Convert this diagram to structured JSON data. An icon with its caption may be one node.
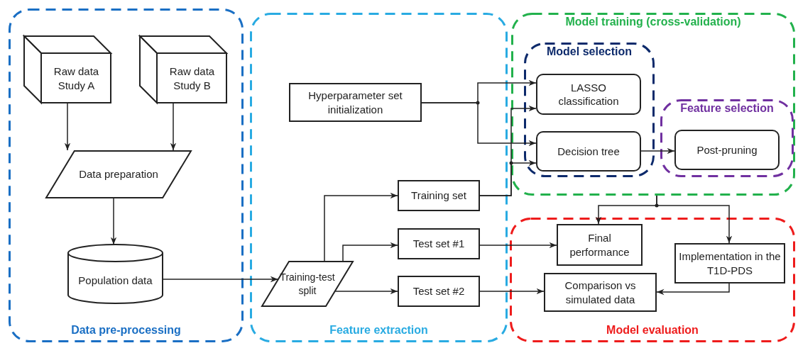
{
  "diagram": {
    "nodes": [
      {
        "text": [
          "Data pre-processing"
        ]
      },
      {
        "text": [
          "Raw data Study A"
        ],
        "in": 0
      },
      {
        "text": [
          "Raw data Study B"
        ],
        "in": 0
      },
      {
        "text": [
          "Data preparation"
        ],
        "in": 0
      },
      {
        "text": [
          "Population data"
        ],
        "in": 0
      },
      {
        "text": [
          "Feature extraction"
        ]
      },
      {
        "text": [
          "Hyperparameter set initialization"
        ],
        "in": 5
      },
      {
        "text": [
          "Training-test split"
        ],
        "in": 5
      },
      {
        "text": [
          "Training set"
        ],
        "in": 5
      },
      {
        "text": [
          "Test set #1"
        ],
        "in": 5
      },
      {
        "text": [
          "Test set #2"
        ],
        "in": 5
      },
      {
        "text": [
          "Model training (cross-validation)"
        ]
      },
      {
        "text": [
          "Model selection"
        ],
        "in": 11
      },
      {
        "text": [
          "LASSO classification"
        ],
        "in": 12
      },
      {
        "text": [
          "Decision tree"
        ],
        "in": 12
      },
      {
        "text": [
          "Feature selection"
        ],
        "in": 11
      },
      {
        "text": [
          "Post-pruning"
        ],
        "in": 15
      },
      {
        "text": [
          "Model evaluation"
        ]
      },
      {
        "text": [
          "Final performance"
        ],
        "in": 17
      },
      {
        "text": [
          "Implementation in the T1D-PDS"
        ],
        "in": 17
      },
      {
        "text": [
          "Comparison vs simulated data"
        ],
        "in": 17
      }
    ],
    "edges": [
      {
        "from": 1,
        "to": 3,
        "arrow": "to"
      },
      {
        "from": 2,
        "to": 3,
        "arrow": "to"
      },
      {
        "from": 3,
        "to": 4,
        "arrow": "to"
      },
      {
        "from": 4,
        "to": 7,
        "arrow": "to"
      },
      {
        "from": 7,
        "to": 8,
        "arrow": "to"
      },
      {
        "from": 7,
        "to": 9,
        "arrow": "to"
      },
      {
        "from": 7,
        "to": 10,
        "arrow": "to"
      },
      {
        "from": 6,
        "to": 13,
        "arrow": "to"
      },
      {
        "from": 6,
        "to": 14,
        "arrow": "to"
      },
      {
        "from": 8,
        "to": 13,
        "arrow": "to"
      },
      {
        "from": 8,
        "to": 14,
        "arrow": "to"
      },
      {
        "from": 14,
        "to": 16,
        "arrow": "to"
      },
      {
        "from": 11,
        "to": 18,
        "arrow": "to"
      },
      {
        "from": 11,
        "to": 19,
        "arrow": "to"
      },
      {
        "from": 9,
        "to": 18,
        "arrow": "to"
      },
      {
        "from": 10,
        "to": 20,
        "arrow": "to"
      },
      {
        "from": 19,
        "to": 20,
        "arrow": "to"
      }
    ]
  }
}
